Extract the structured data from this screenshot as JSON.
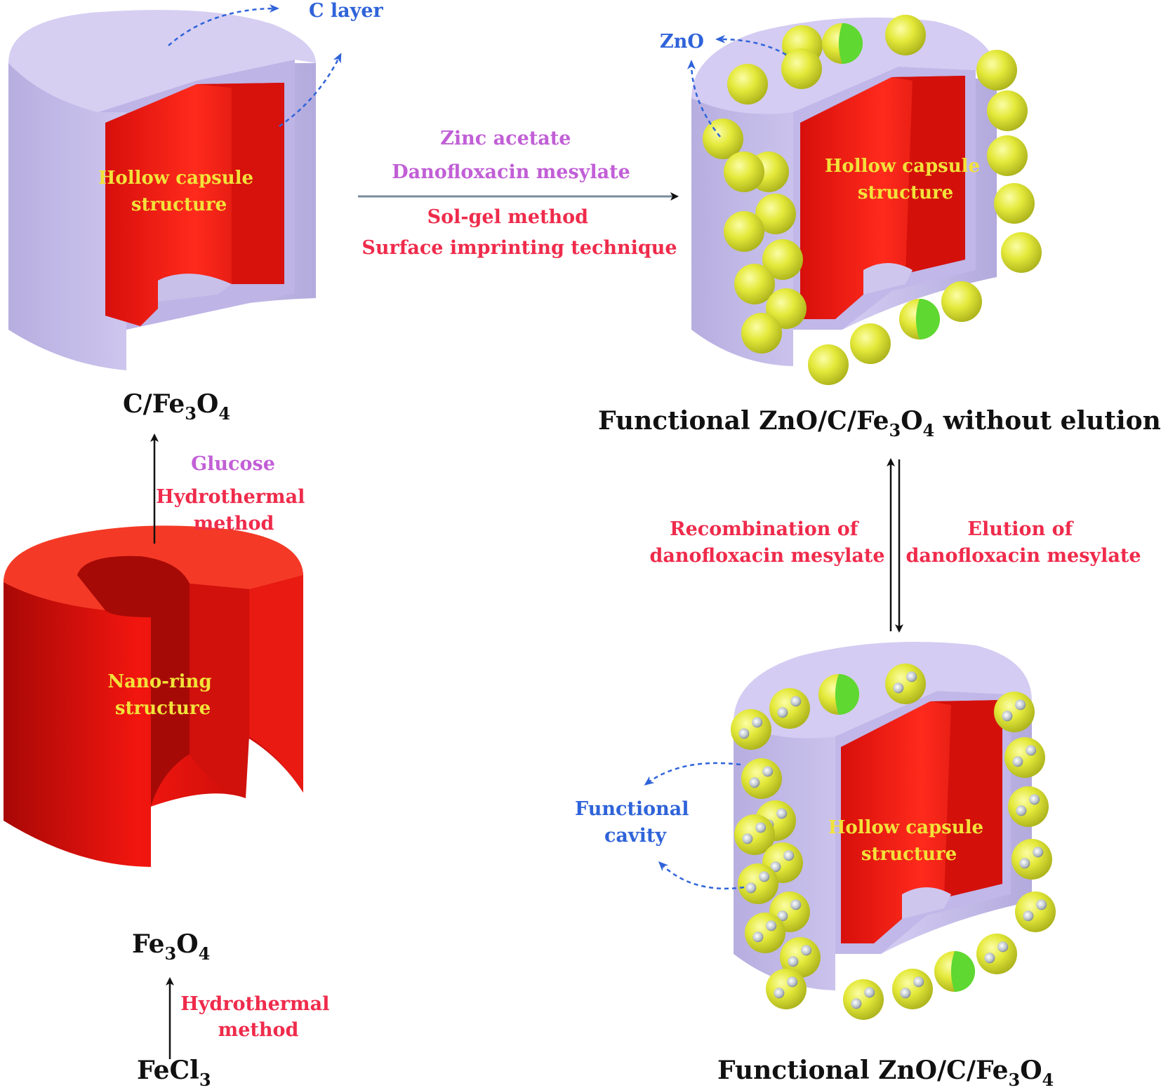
{
  "colors": {
    "violet_text": "#c15fd6",
    "red_text": "#ef2b4b",
    "blue_text": "#2f63d9",
    "yellow_text": "#f2e23a",
    "red_body": "#e8100c",
    "lavender_body": "#c7bde8",
    "zno_particle": "#e6ea3a",
    "imprint_green": "#5fd832"
  },
  "stage_fe3o4": {
    "structure_label": [
      "Nano-ring",
      "structure"
    ],
    "name": {
      "main": "Fe",
      "sub1": "3",
      "mid": "O",
      "sub2": "4"
    }
  },
  "step_fecl3_to_fe3o4": {
    "method": [
      "Hydrothermal",
      "method"
    ],
    "precursor": {
      "main": "FeCl",
      "sub": "3"
    }
  },
  "step_fe3o4_to_cfe3o4": {
    "reagent": "Glucose",
    "method": [
      "Hydrothermal",
      "method"
    ]
  },
  "stage_cfe3o4": {
    "structure_label": [
      "Hollow capsule",
      "structure"
    ],
    "callout": "C layer",
    "name": {
      "main": "C/Fe",
      "sub1": "3",
      "mid": "O",
      "sub2": "4"
    }
  },
  "step_to_zno": {
    "reagents": [
      "Zinc acetate",
      "Danofloxacin mesylate"
    ],
    "methods": [
      "Sol-gel method",
      "Surface imprinting technique"
    ]
  },
  "stage_zno_without_elution": {
    "structure_label": [
      "Hollow capsule",
      "structure"
    ],
    "callout": "ZnO",
    "name": {
      "main": "Functional ZnO/C/Fe",
      "sub1": "3",
      "mid": "O",
      "sub2": "4",
      "tail": " without elution"
    }
  },
  "step_elution": {
    "left": [
      "Recombination of",
      "danofloxacin mesylate"
    ],
    "right": [
      "Elution of",
      "danofloxacin mesylate"
    ]
  },
  "stage_functional": {
    "structure_label": [
      "Hollow capsule",
      "structure"
    ],
    "callout": [
      "Functional",
      "cavity"
    ],
    "name": {
      "main": "Functional ZnO/C/Fe",
      "sub1": "3",
      "mid": "O",
      "sub2": "4"
    }
  }
}
